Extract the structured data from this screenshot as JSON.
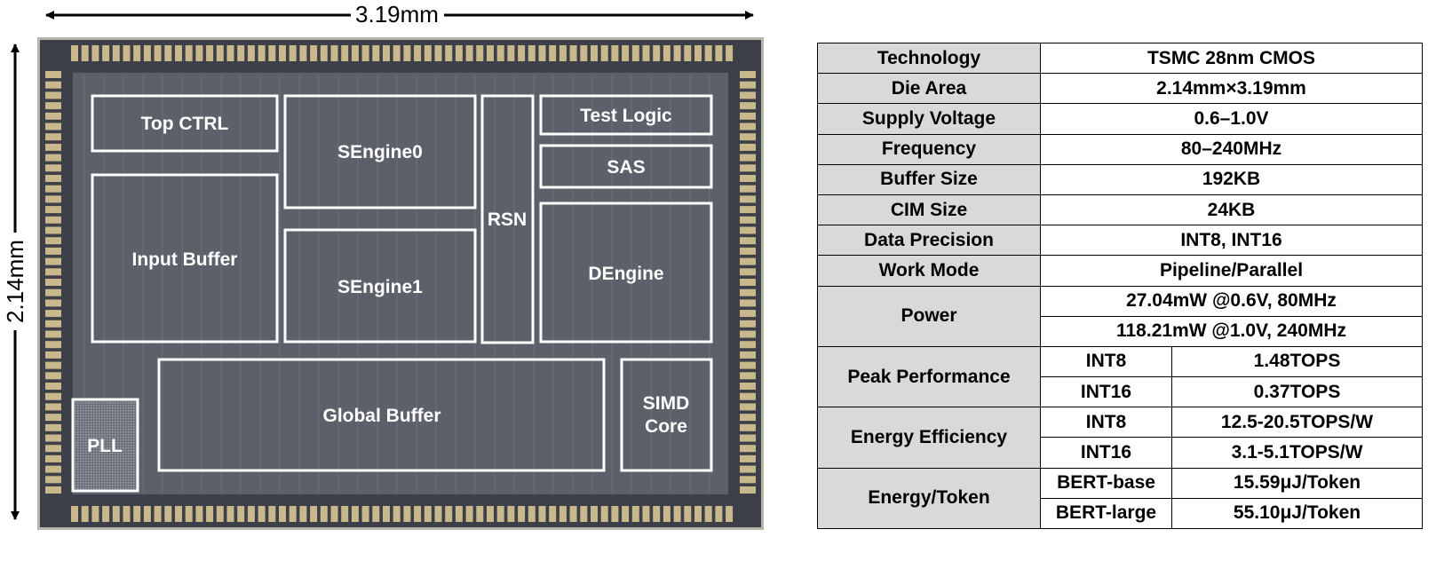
{
  "colors": {
    "die_background": "#5b6069",
    "pad_ring": "#3d4048",
    "pad": "#c8b88c",
    "block_outline": "#ffffff",
    "param_cell": "#d9d9d9"
  },
  "die_photo": {
    "width_label": "3.19mm",
    "height_label": "2.14mm",
    "blocks": {
      "top_ctrl": "Top CTRL",
      "sengine0": "SEngine0",
      "rsn": "RSN",
      "test_logic": "Test Logic",
      "sas": "SAS",
      "input_buffer": "Input Buffer",
      "sengine1": "SEngine1",
      "dengine": "DEngine",
      "global_buffer": "Global Buffer",
      "simd_core_line1": "SIMD",
      "simd_core_line2": "Core",
      "pll": "PLL"
    }
  },
  "spec_table": {
    "technology": {
      "label": "Technology",
      "value": "TSMC 28nm CMOS"
    },
    "die_area": {
      "label": "Die Area",
      "value": "2.14mm×3.19mm"
    },
    "supply_voltage": {
      "label": "Supply Voltage",
      "value": "0.6–1.0V"
    },
    "frequency": {
      "label": "Frequency",
      "value": "80–240MHz"
    },
    "buffer_size": {
      "label": "Buffer Size",
      "value": "192KB"
    },
    "cim_size": {
      "label": "CIM Size",
      "value": "24KB"
    },
    "data_precision": {
      "label": "Data Precision",
      "value": "INT8, INT16"
    },
    "work_mode": {
      "label": "Work Mode",
      "value": "Pipeline/Parallel"
    },
    "power": {
      "label": "Power",
      "values": [
        "27.04mW @0.6V, 80MHz",
        "118.21mW @1.0V, 240MHz"
      ]
    },
    "peak_performance": {
      "label": "Peak Performance",
      "rows": [
        {
          "sub": "INT8",
          "value": "1.48TOPS"
        },
        {
          "sub": "INT16",
          "value": "0.37TOPS"
        }
      ]
    },
    "energy_efficiency": {
      "label": "Energy Efficiency",
      "rows": [
        {
          "sub": "INT8",
          "value": "12.5-20.5TOPS/W"
        },
        {
          "sub": "INT16",
          "value": "3.1-5.1TOPS/W"
        }
      ]
    },
    "energy_token": {
      "label": "Energy/Token",
      "rows": [
        {
          "sub": "BERT-base",
          "value": "15.59μJ/Token"
        },
        {
          "sub": "BERT-large",
          "value": "55.10μJ/Token"
        }
      ]
    }
  }
}
